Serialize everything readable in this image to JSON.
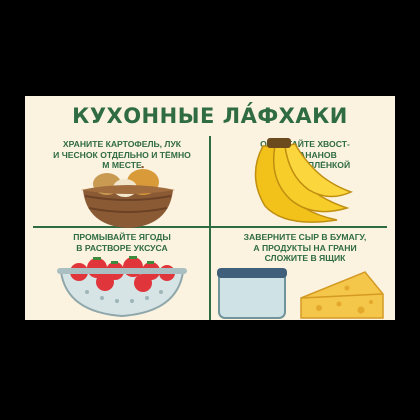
{
  "title": "КУХОННЫЕ ЛА́ФХАКИ",
  "tips": [
    {
      "lines": [
        "ХРАНИТЕ КАРТОФЕЛЬ, ЛУК",
        "И ЧЕСНОК ОТДЕЛЬНО И ТЁМНО",
        "М МЕСТЕ"
      ],
      "icon": "potato-onion-basket-icon"
    },
    {
      "lines": [
        "ОБМОТАЙТЕ ХВОСТ-",
        "ИКИ БАНАНОВ",
        "ПИЩЕВОЙ ПЛЁНКОЙ"
      ],
      "icon": "bananas-icon"
    },
    {
      "lines": [
        "ПРОМЫВАЙТЕ ЯГОДЫ",
        "В РАСТВОРЕ УКСУСА"
      ],
      "icon": "strawberry-colander-icon"
    },
    {
      "lines": [
        "ЗАВЕРНИТЕ СЫР В БУМАГУ,",
        "А ПРОДУКТЫ НА ГРАНИ",
        "СЛОЖИТЕ В ЯЩИК"
      ],
      "icon": "cheese-container-icon"
    }
  ],
  "colors": {
    "accent": "#2f6b43",
    "background": "#fbf3df",
    "frame": "#000000"
  }
}
